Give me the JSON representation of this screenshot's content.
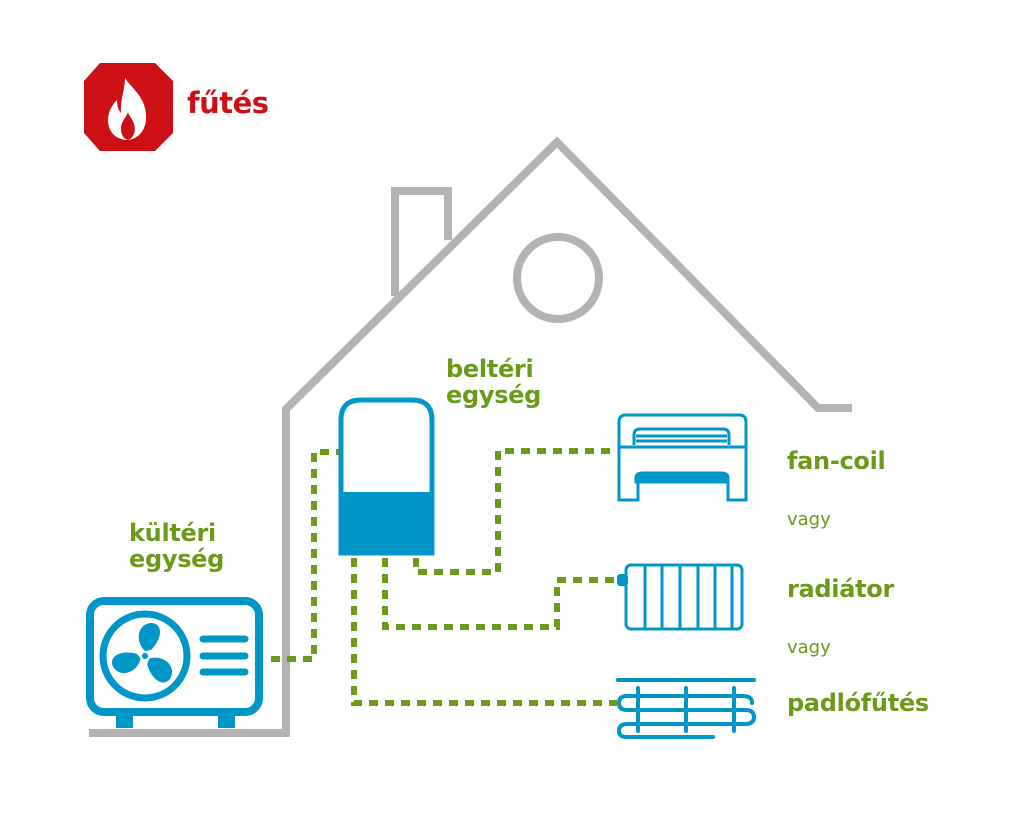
{
  "header": {
    "icon": "flame-icon",
    "title": "fűtés"
  },
  "labels": {
    "outdoor_unit": [
      "kültéri",
      "egység"
    ],
    "indoor_unit": [
      "beltéri",
      "egység"
    ],
    "fan_coil": "fan-coil",
    "or_1": "vagy",
    "radiator": "radiátor",
    "or_2": "vagy",
    "floor_heating": "padlófűtés"
  },
  "colors": {
    "accent_red": "#cc1016",
    "label_green": "#6a9a17",
    "pipe_green": "#6a9a17",
    "device_blue": "#0096c8",
    "house_gray": "#b3b3b3"
  }
}
